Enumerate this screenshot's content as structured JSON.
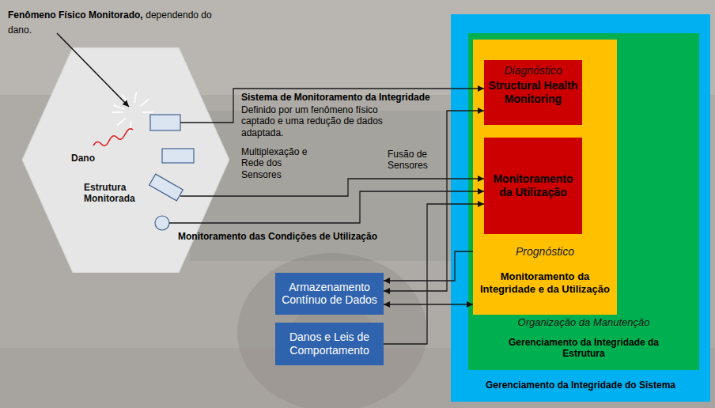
{
  "diagram": {
    "nodes": [
      {
        "text": [
          "Dano",
          "Estrutura Monitorada"
        ]
      },
      {
        "text": [
          "Gerenciamento da Integridade do Sistema"
        ]
      },
      {
        "text": [
          "Organização da Manutenção",
          "Gerenciamento da Integridade da Estrutura"
        ],
        "in": 1
      },
      {
        "text": [
          "Prognóstico",
          "Monitoramento da Integridade e da Utilização"
        ],
        "in": 2
      },
      {
        "text": [
          "Diagnóstico",
          "Structural Health Monitoring"
        ],
        "in": 3
      },
      {
        "text": [
          "Monitoramento da Utilização"
        ],
        "in": 3
      },
      {
        "text": [
          "Armazenamento Contínuo de Dados"
        ]
      },
      {
        "text": [
          "Danos e Leis de Comportamento"
        ]
      }
    ],
    "edges": [
      {
        "from": 0,
        "to": 4,
        "arrow": "to"
      },
      {
        "from": 0,
        "to": 5,
        "arrow": "to"
      },
      {
        "from": 6,
        "to": 4,
        "arrow": "both"
      },
      {
        "from": 7,
        "to": 5,
        "arrow": "to"
      },
      {
        "from": 3,
        "to": 6,
        "arrow": "to"
      },
      {
        "from": 6,
        "to": 3,
        "arrow": "both"
      },
      {
        "from": 0,
        "to": 5,
        "arrow": "to"
      }
    ],
    "labels": [
      "Fenômeno Físico Monitorado,",
      "dependendo do dano.",
      "Sistema de Monitoramento da Integridade",
      "Definido por um fenômeno físico captado e uma redução de dados adaptada.",
      "Multiplexação e Rede dos Sensores",
      "Fusão de Sensores",
      "Monitoramento das Condições de Utilização"
    ]
  }
}
